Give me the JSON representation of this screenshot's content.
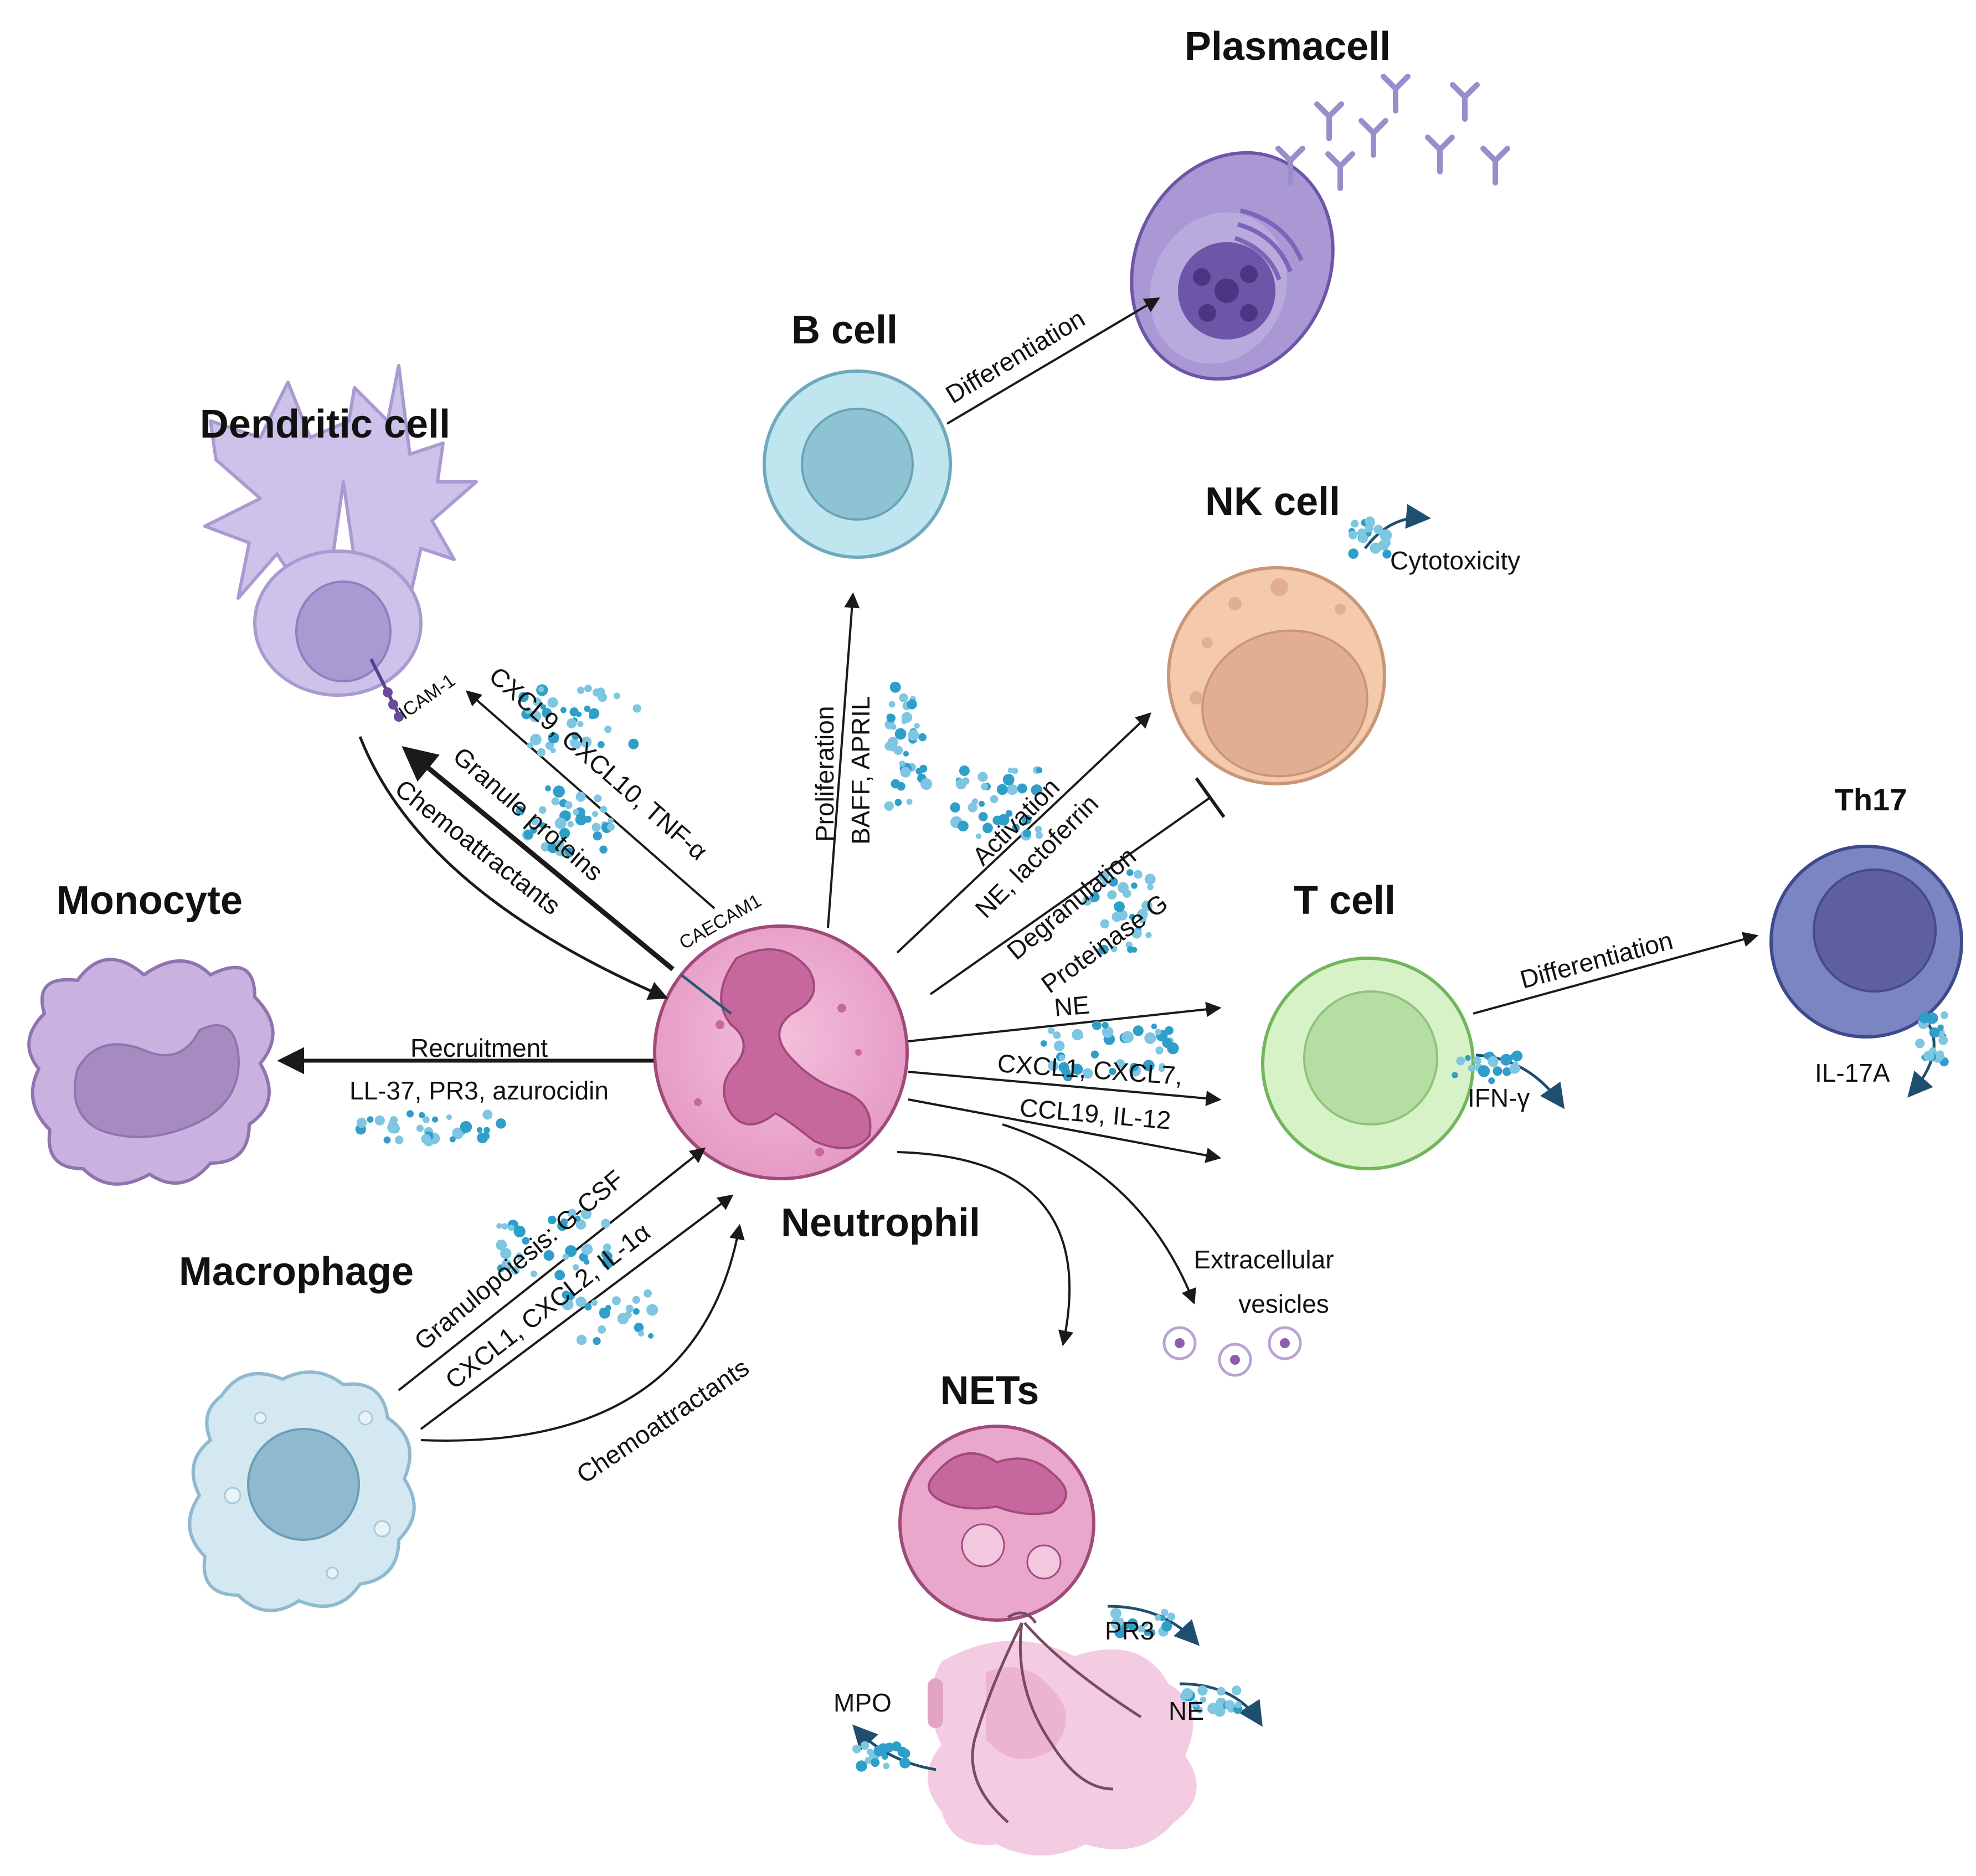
{
  "cells": {
    "plasmacell": "Plasmacell",
    "b_cell": "B cell",
    "dendritic_cell": "Dendritic cell",
    "nk_cell": "NK cell",
    "th17": "Th17",
    "monocyte": "Monocyte",
    "t_cell": "T cell",
    "neutrophil": "Neutrophil",
    "macrophage": "Macrophage",
    "nets": "NETs"
  },
  "labels": {
    "differentiation_b": "Differentiation",
    "cytotoxicity": "Cytotoxicity",
    "icam1": "ICAM-1",
    "caecam1": "CAECAM1",
    "dc_cytokines": "CXCL9, CXCL10, TNF-α",
    "granule_proteins": "Granule proteins",
    "chemoattractants_dc": "Chemoattractants",
    "proliferation": "Proliferation",
    "baff_april": "BAFF, APRIL",
    "activation": "Activation",
    "ne_lactoferrin": "NE, lactoferrin",
    "degranulation": "Degranulation",
    "proteinase_g": "Proteinase G",
    "differentiation_t": "Differentiation",
    "il17a": "IL-17A",
    "recruitment": "Recruitment",
    "mono_factors": "LL-37, PR3, azurocidin",
    "ne_t": "NE",
    "tcell_factors_1": "CXCL1, CXCL7,",
    "tcell_factors_2": "CCL19, IL-12",
    "ifn_gamma": "IFN-γ",
    "granulopoiesis": "Granulopoiesis: G-CSF",
    "macro_factors": "CXCL1, CXCL2, IL-1α",
    "chemoattractants_macro": "Chemoattractants",
    "extracellular_1": "Extracellular",
    "extracellular_2": "vesicles",
    "pr3": "PR3",
    "mpo": "MPO",
    "ne_nets": "NE"
  },
  "colors": {
    "neutrophil": "#e9a7cc",
    "neutrophil_nucleus": "#c6679e",
    "b_cell": "#bfe6ef",
    "b_nucleus": "#8dc3d2",
    "plasma": "#a998d4",
    "plasma_nucleus": "#6d55a8",
    "dendritic": "#cdc3ea",
    "nk": "#f5c9ab",
    "nk_nucleus": "#e2ae92",
    "t_cell": "#d8f2c8",
    "t_nucleus": "#b6dea2",
    "th17": "#7b85c1",
    "th17_nucleus": "#5e5f9e",
    "monocyte": "#c9b2df",
    "monocyte_nucleus": "#a68bc0",
    "macrophage": "#d4e8f1",
    "macrophage_nucleus": "#8fb9cf",
    "dots": "#2f9fc9",
    "arrow": "#1a1a1a"
  }
}
